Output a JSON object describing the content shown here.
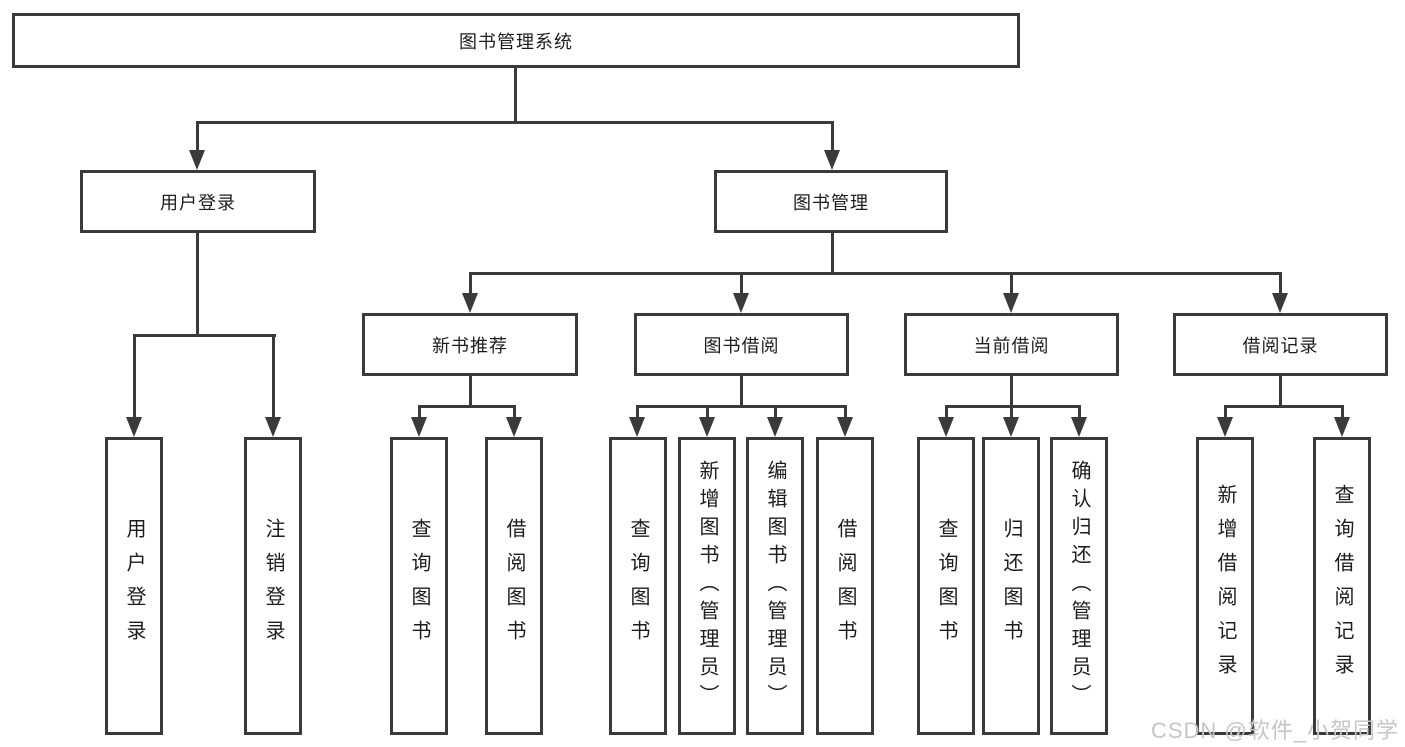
{
  "tree": {
    "label": "图书管理系统",
    "children": [
      {
        "label": "用户登录",
        "children": [
          {
            "label": "用户登录"
          },
          {
            "label": "注销登录"
          }
        ]
      },
      {
        "label": "图书管理",
        "children": [
          {
            "label": "新书推荐",
            "children": [
              {
                "label": "查询图书"
              },
              {
                "label": "借阅图书"
              }
            ]
          },
          {
            "label": "图书借阅",
            "children": [
              {
                "label": "查询图书"
              },
              {
                "label": "新增图书（管理员）"
              },
              {
                "label": "编辑图书（管理员）"
              },
              {
                "label": "借阅图书"
              }
            ]
          },
          {
            "label": "当前借阅",
            "children": [
              {
                "label": "查询图书"
              },
              {
                "label": "归还图书"
              },
              {
                "label": "确认归还（管理员）"
              }
            ]
          },
          {
            "label": "借阅记录",
            "children": [
              {
                "label": "新增借阅记录"
              },
              {
                "label": "查询借阅记录"
              }
            ]
          }
        ]
      }
    ]
  },
  "watermark": "CSDN @软件_小贺同学",
  "colors": {
    "line": "#3a3a3a",
    "text": "#1c1c1c",
    "background": "#ffffff",
    "watermark": "#c6c6c6"
  }
}
